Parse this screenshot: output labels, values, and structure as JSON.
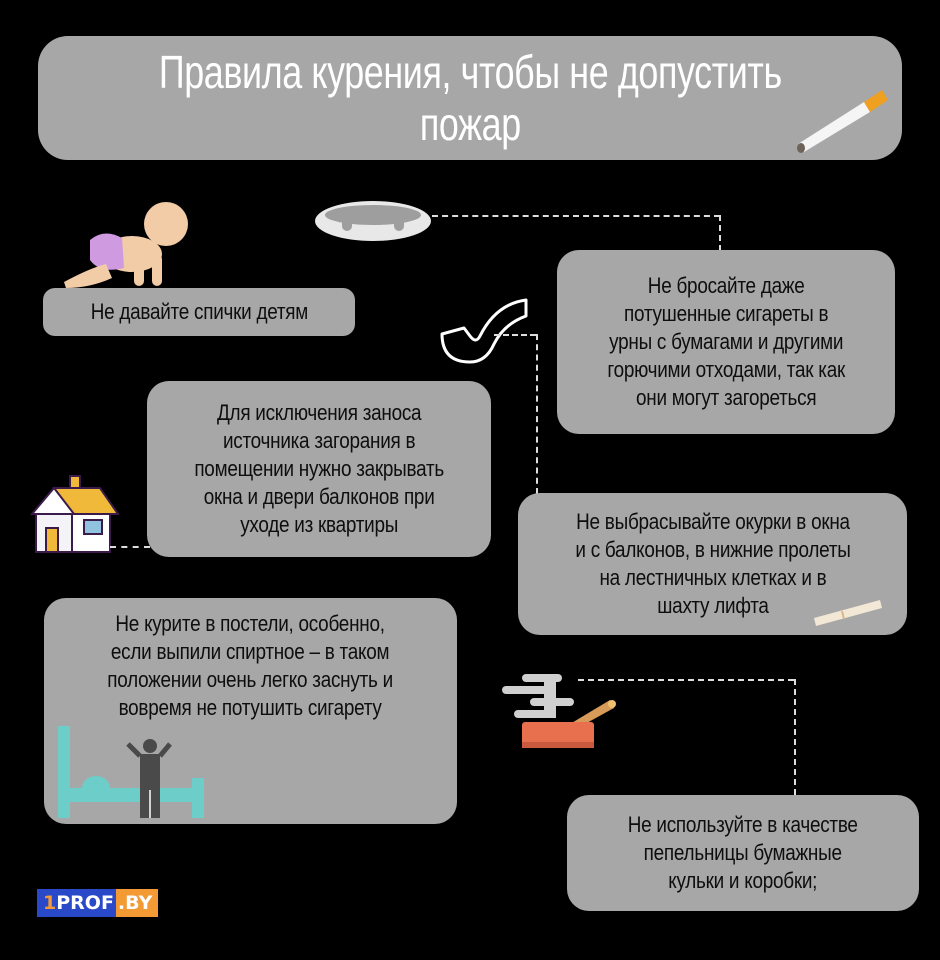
{
  "title": "Правила курения, чтобы не допустить\nпожар",
  "rules": [
    {
      "id": "children",
      "text": "Не давайте спички детям"
    },
    {
      "id": "extinguished",
      "text": "Не бросайте даже\nпотушенные сигареты в\nурны с бумагами и другими\nгорючими отходами, так как\nони могут загореться"
    },
    {
      "id": "windows",
      "text": "Для исключения заноса\nисточника загорания в\nпомещении нужно закрывать\nокна и двери балконов при\nуходе из квартиры"
    },
    {
      "id": "butts",
      "text": "Не выбрасывайте окурки в окна\nи с балконов, в нижние пролеты\nна лестничных клетках и в\nшахту лифта"
    },
    {
      "id": "bed",
      "text": "Не курите в постели, особенно,\nесли выпили спиртное – в таком\nположении очень легко заснуть и\nвовремя не потушить сигарету"
    },
    {
      "id": "paper",
      "text": "Не используйте в качестве\nпепельницы бумажные\nкульки и коробки;"
    }
  ],
  "logo": {
    "digit": "1",
    "part1": "PROF",
    "part2": ".BY"
  },
  "colors": {
    "background": "#000000",
    "box": "#a7a7a7",
    "logo_blue": "#2a49c8",
    "logo_orange": "#f39a35"
  }
}
